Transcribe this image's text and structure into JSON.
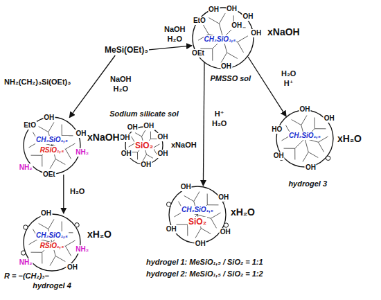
{
  "diagram": {
    "nodes": [
      {
        "text": [
          "MeSi(OEt)₃"
        ]
      },
      {
        "text": [
          "EtO",
          "OH",
          "OH",
          "OH",
          "OH",
          "OH",
          "CH₃SiO₁,₅",
          "OH",
          "OEt",
          "PMSSO sol"
        ]
      },
      {
        "text": [
          "EtO",
          "OH",
          "OH",
          "CH₃SiO₁,₅",
          "RSiO₁,₅",
          "NH₂",
          "NH₂",
          "OEt"
        ]
      },
      {
        "text": [
          "Sodium silicate sol",
          "OH",
          "OH",
          "OH",
          "OH",
          "OH",
          "OH",
          "OH",
          "SiO₂"
        ]
      },
      {
        "text": [
          "OH",
          "OH",
          "CH₃SiO₁,₅",
          "SiO₂",
          "OH",
          "OH",
          "OH"
        ]
      },
      {
        "text": [
          "OH",
          "OH",
          "HO",
          "CH₃SiO₁,₅",
          "OH",
          "OH",
          "hydrogel 3"
        ]
      },
      {
        "text": [
          "OH",
          "CH₃SiO₁,₅",
          "RSiO₁,₅",
          "NH₂",
          "NH₂",
          "OH",
          "hydrogel 4"
        ]
      }
    ],
    "edges": [
      {
        "from": 0,
        "to": 1,
        "arrow": "to",
        "label": "NaOH H₂O"
      },
      {
        "from": 0,
        "to": 2,
        "arrow": "to",
        "label": "NaOH H₂O"
      },
      {
        "from": 2,
        "to": 6,
        "arrow": "to",
        "label": "H₂O"
      },
      {
        "from": 1,
        "to": 4,
        "arrow": "to",
        "label": "H⁺ H₂O"
      },
      {
        "from": 1,
        "to": 5,
        "arrow": "to",
        "label": "H₂O H⁺"
      }
    ],
    "labels": [
      "xNaOH",
      "NH₂(CH₂)₃Si(OEt)₃",
      "xNaOH",
      "xNaOH",
      "xH₂O",
      "hydrogel 1: MeSiO₁,₅ / SiO₂ = 1:1",
      "hydrogel 2: MeSiO₁,₅ / SiO₂ = 1:2",
      "xH₂O",
      "xH₂O",
      "R = −(CH₂)₃−"
    ]
  }
}
